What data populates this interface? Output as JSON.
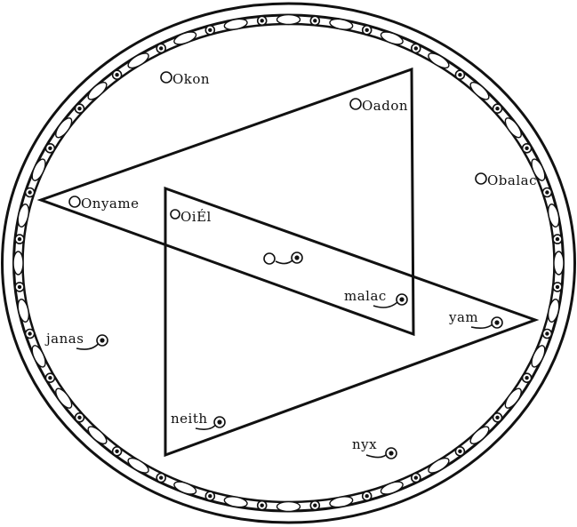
{
  "labels": {
    "okon": "Okon",
    "oadon": "Oadon",
    "obalac": "Obalac",
    "onyame": "Onyame",
    "oiel": "OiÉl",
    "center": "O",
    "malac": "malac",
    "yam": "yam",
    "janas": "janas",
    "neith": "neith",
    "nyx": "nyx"
  }
}
